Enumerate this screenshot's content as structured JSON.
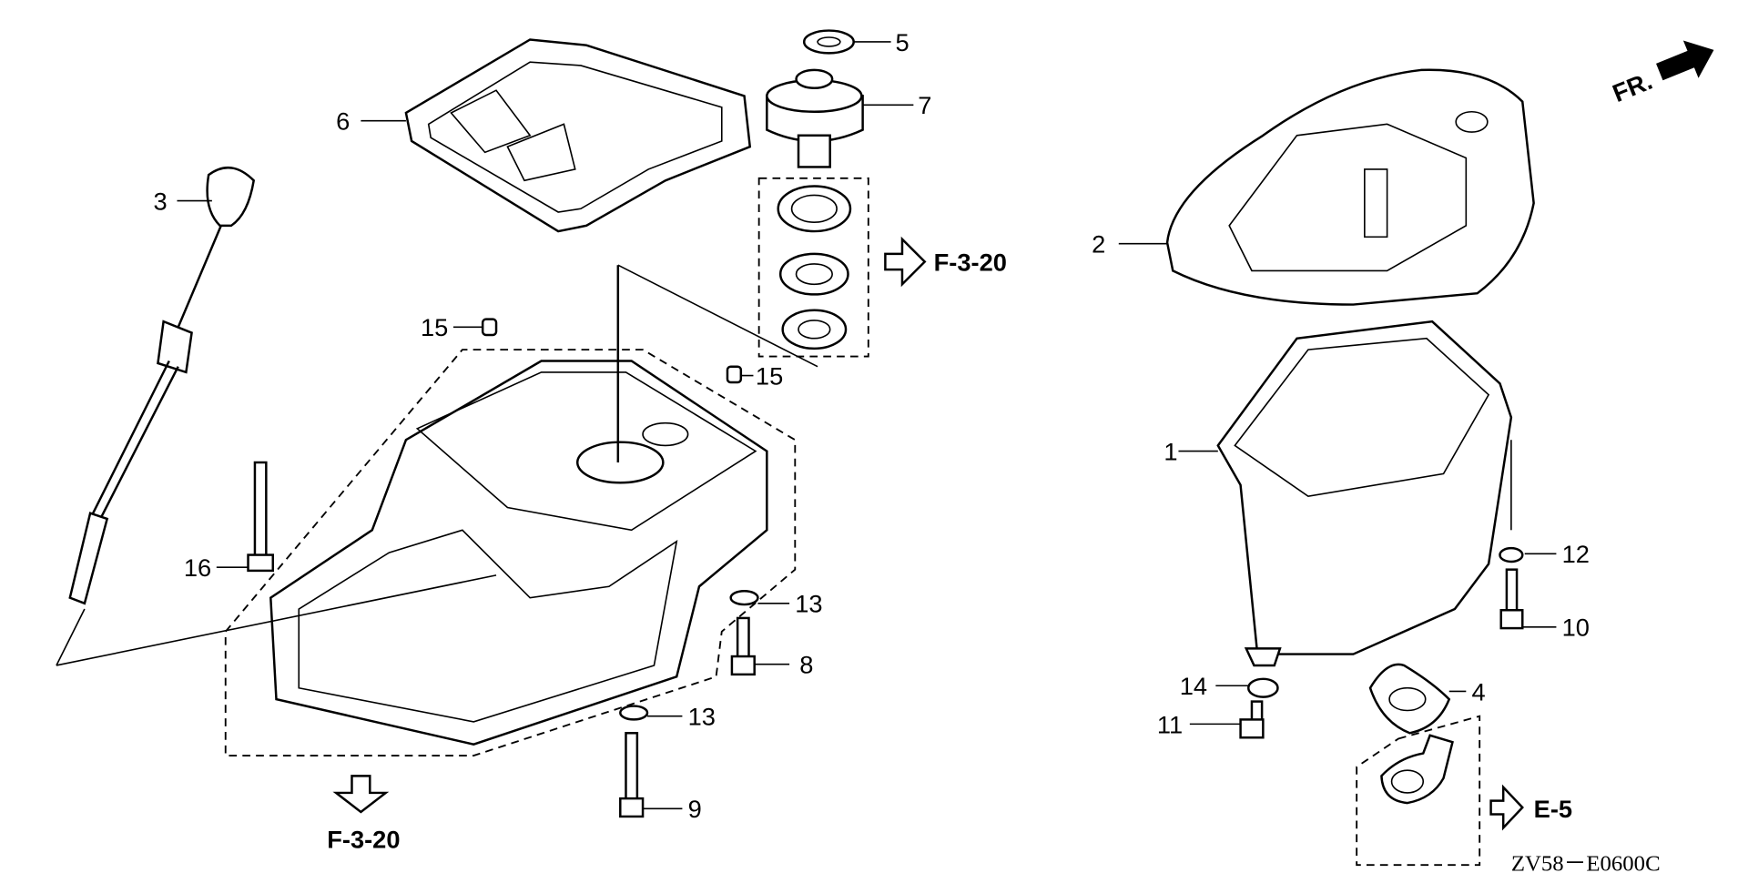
{
  "diagram": {
    "callouts": {
      "c1": "1",
      "c2": "2",
      "c3": "3",
      "c4": "4",
      "c5": "5",
      "c6": "6",
      "c7": "7",
      "c8": "8",
      "c9": "9",
      "c10": "10",
      "c11": "11",
      "c12": "12",
      "c13a": "13",
      "c13b": "13",
      "c14": "14",
      "c15a": "15",
      "c15b": "15",
      "c16": "16"
    },
    "references": {
      "top": "F-3-20",
      "bottom": "F-3-20",
      "right": "E-5"
    },
    "direction_label": "FR.",
    "diagram_code": "ZV58－E0600C"
  }
}
